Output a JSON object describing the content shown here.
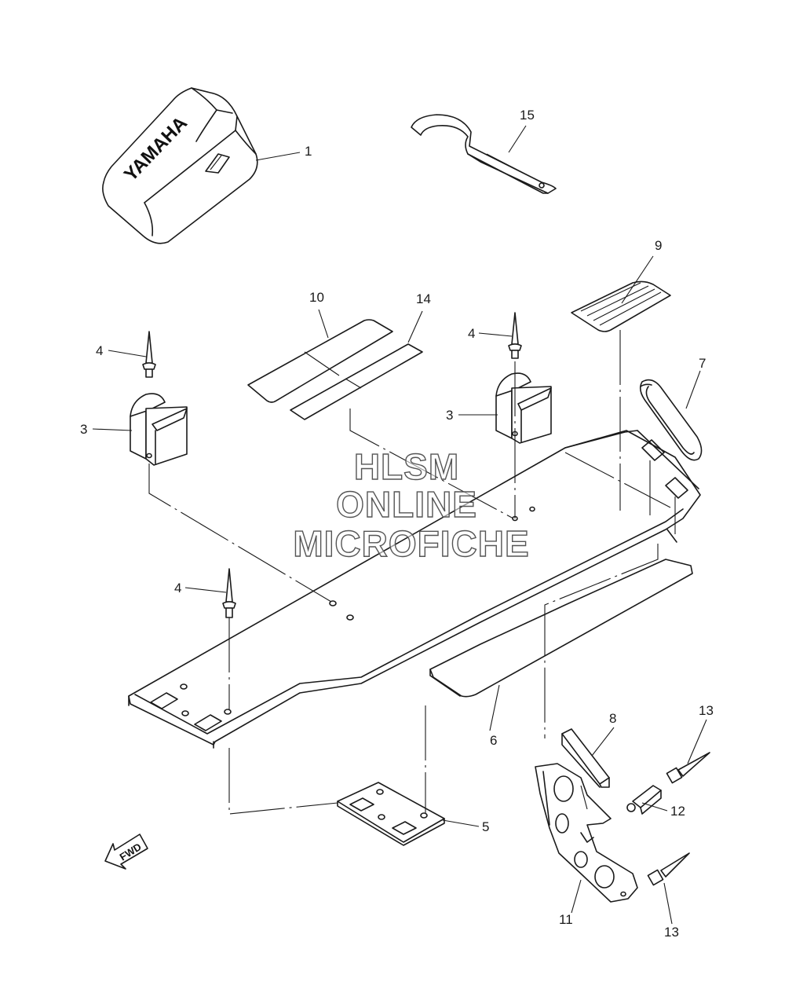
{
  "diagram": {
    "callouts": [
      {
        "id": "1",
        "label": "1"
      },
      {
        "id": "15",
        "label": "15"
      },
      {
        "id": "9",
        "label": "9"
      },
      {
        "id": "10",
        "label": "10"
      },
      {
        "id": "14",
        "label": "14"
      },
      {
        "id": "4a",
        "label": "4"
      },
      {
        "id": "4b",
        "label": "4"
      },
      {
        "id": "4c",
        "label": "4"
      },
      {
        "id": "3a",
        "label": "3"
      },
      {
        "id": "3b",
        "label": "3"
      },
      {
        "id": "7",
        "label": "7"
      },
      {
        "id": "6",
        "label": "6"
      },
      {
        "id": "8",
        "label": "8"
      },
      {
        "id": "13a",
        "label": "13"
      },
      {
        "id": "13b",
        "label": "13"
      },
      {
        "id": "12",
        "label": "12"
      },
      {
        "id": "11",
        "label": "11"
      },
      {
        "id": "5",
        "label": "5"
      }
    ],
    "cover_brand": "YAMAHA",
    "fwd_arrow": "FWD",
    "watermark": [
      "HLSM",
      "ONLINE",
      "MICROFICHE"
    ]
  }
}
